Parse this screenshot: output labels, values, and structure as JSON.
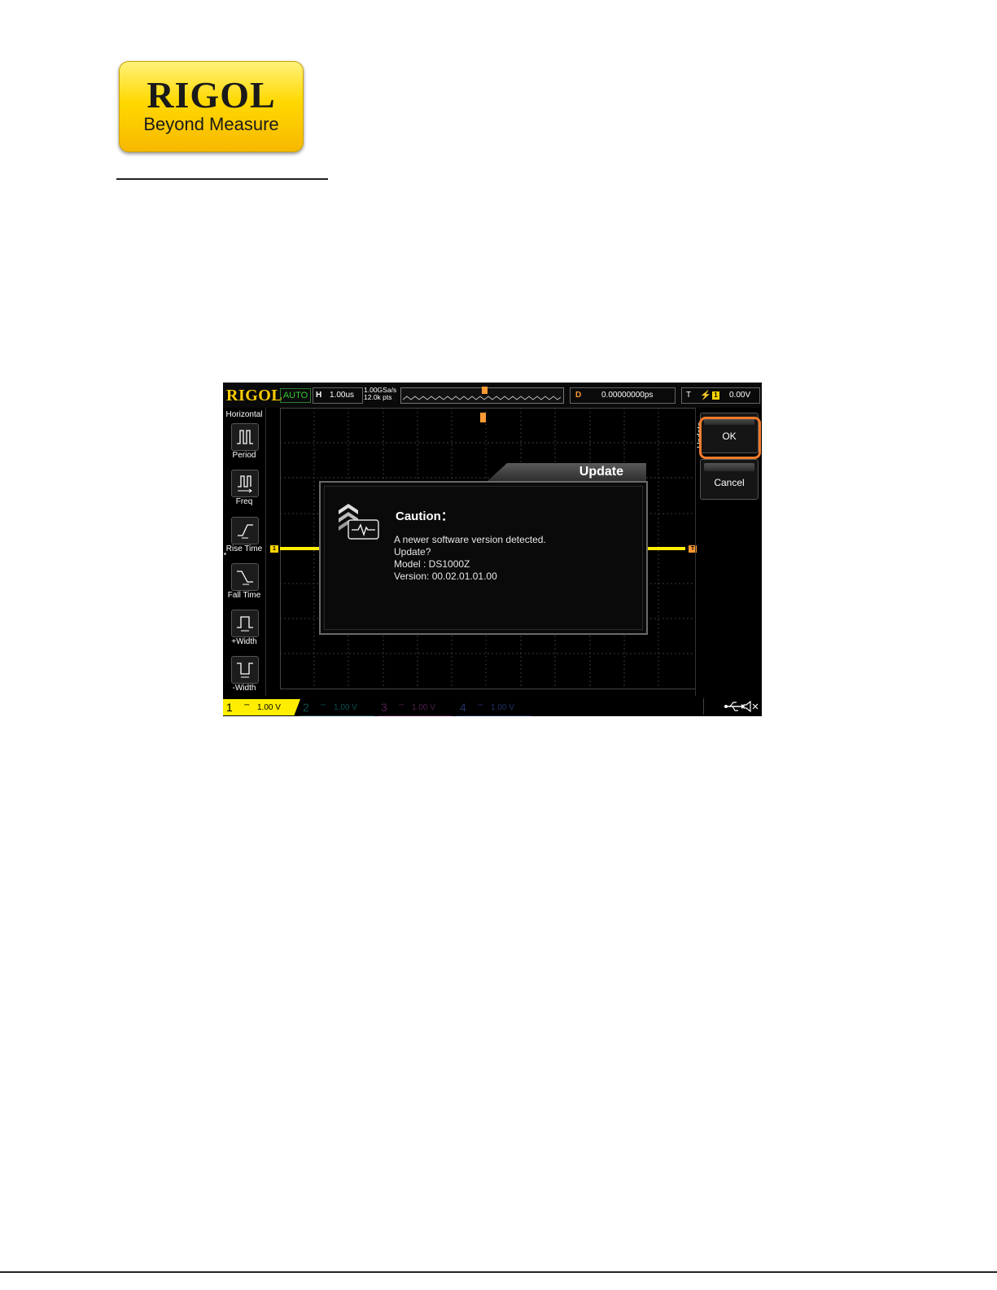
{
  "logo": {
    "brand": "RIGOL",
    "tagline": "Beyond Measure"
  },
  "scope": {
    "brand": "RIGOL",
    "run_status": "AUTO",
    "horizontal": {
      "key": "H",
      "value": "1.00us"
    },
    "sample_rate": "1.00GSa/s",
    "memory_depth": "12.0k pts",
    "delay": {
      "key": "D",
      "value": "0.00000000ps"
    },
    "trigger": {
      "key": "T",
      "source": "1",
      "level": "0.00V"
    },
    "left_menu": {
      "title": "Horizontal",
      "items": [
        {
          "label": "Period",
          "icon": "period-icon"
        },
        {
          "label": "Freq",
          "icon": "freq-icon"
        },
        {
          "label": "Rise Time",
          "icon": "rise-time-icon"
        },
        {
          "label": "Fall Time",
          "icon": "fall-time-icon"
        },
        {
          "label": "+Width",
          "icon": "positive-width-icon"
        },
        {
          "label": "-Width",
          "icon": "negative-width-icon"
        }
      ]
    },
    "right_menu": {
      "title": "Update",
      "ok_label": "OK",
      "cancel_label": "Cancel"
    },
    "dialog": {
      "tab_title": "Update",
      "title": "Caution：",
      "message": "A newer software version detected.",
      "question": "Update?",
      "model": "Model   : DS1000Z",
      "version": "Version: 00.02.01.01.00"
    },
    "channels": [
      {
        "num": "1",
        "scale": "1.00 V",
        "color": "#ffee00",
        "active": true
      },
      {
        "num": "2",
        "scale": "1.00 V",
        "color": "#00cccc",
        "active": false
      },
      {
        "num": "3",
        "scale": "1.00 V",
        "color": "#cc33cc",
        "active": false
      },
      {
        "num": "4",
        "scale": "1.00 V",
        "color": "#3366ff",
        "active": false
      }
    ],
    "markers": {
      "channel": "1",
      "trigger": "T"
    }
  },
  "colors": {
    "brand_yellow": "#ffd800",
    "highlight": "#f07b2c",
    "trigger_orange": "#ff9933"
  }
}
